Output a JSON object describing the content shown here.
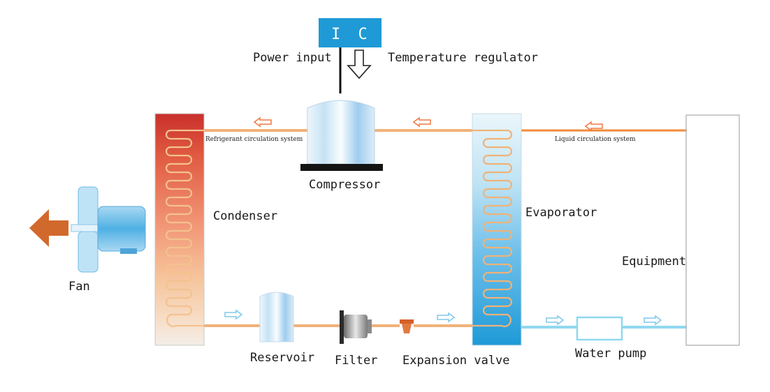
{
  "ic": {
    "label": "I C"
  },
  "labels": {
    "power_input": "Power input",
    "temperature_regulator": "Temperature regulator",
    "compressor": "Compressor",
    "condenser": "Condenser",
    "evaporator": "Evaporator",
    "equipment": "Equipment",
    "fan": "Fan",
    "reservoir": "Reservoir",
    "filter": "Filter",
    "expansion_valve": "Expansion valve",
    "water_pump": "Water pump",
    "refrigerant_system": "Refrigerant circulation system",
    "liquid_system": "Liquid circulation system"
  },
  "colors": {
    "ic_box": "#1f9ad6",
    "refrigerant_pipe": "#f0b278",
    "liquid_pipe_hot": "#f08a3a",
    "liquid_pipe_cold": "#8fd8f0",
    "fan_arrow": "#d2692c",
    "flow_arrow_warm": "#f07840",
    "flow_arrow_cold": "#7ec8ec"
  }
}
